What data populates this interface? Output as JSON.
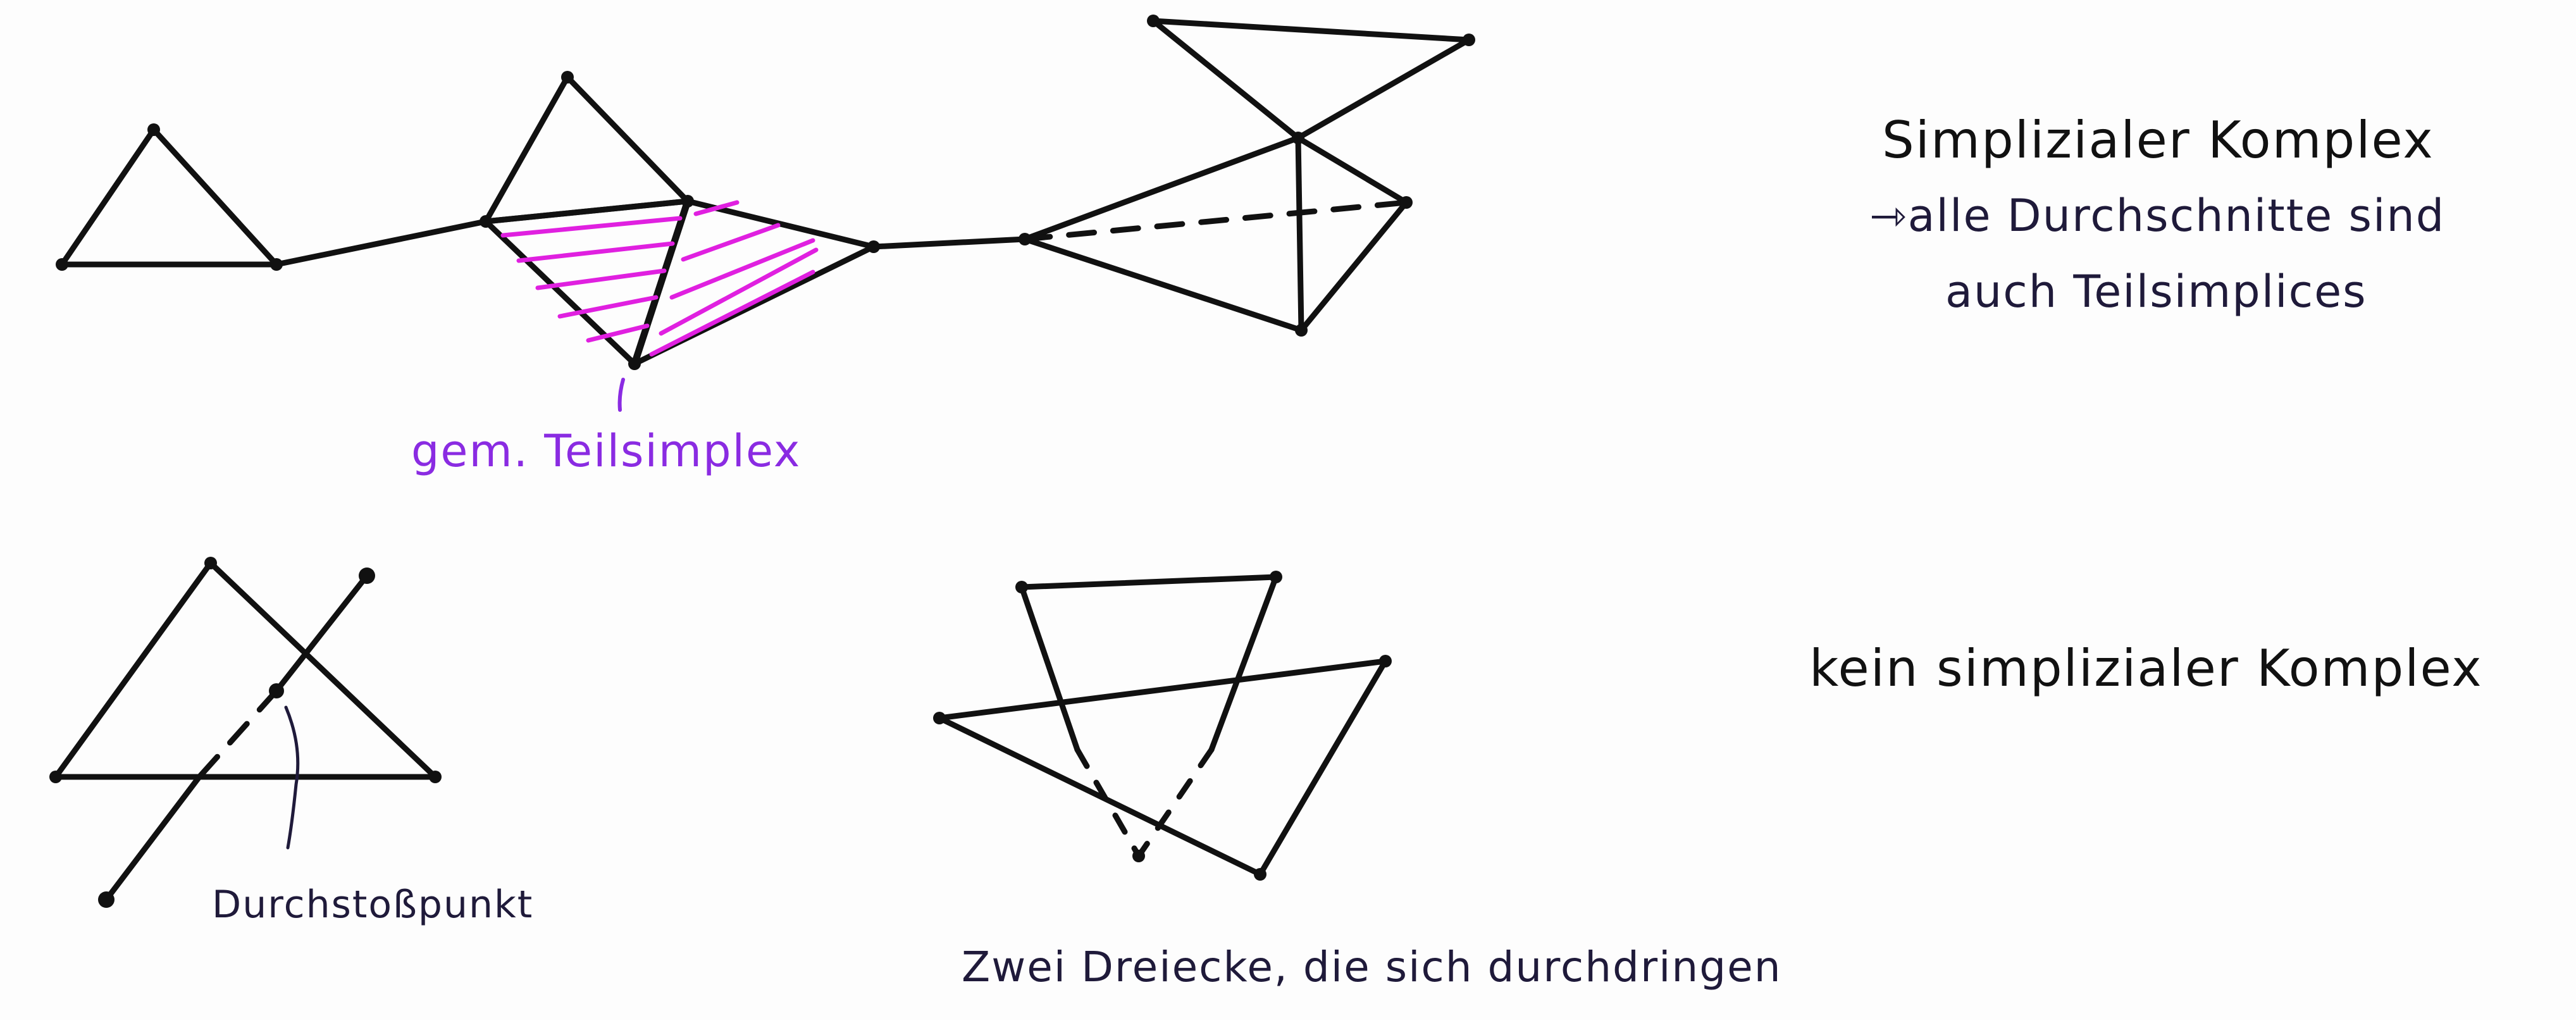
{
  "labels": {
    "simplicial_title": "Simplizialer Komplex",
    "simplicial_note_line1": "alle Durchschnitte sind",
    "simplicial_note_line2": "auch Teilsimplices",
    "arrow_glyph": "⇾",
    "shared_face": "gem. Teilsimplex",
    "not_simplicial_title": "kein simplizialer Komplex",
    "pierce_point": "Durchstoßpunkt",
    "two_triangles": "Zwei Dreiecke, die sich durchdringen"
  },
  "colors": {
    "ink": "#111111",
    "hatch": "#e020e0",
    "annotation": "#8a2be2",
    "caption": "#1f1a3a"
  }
}
